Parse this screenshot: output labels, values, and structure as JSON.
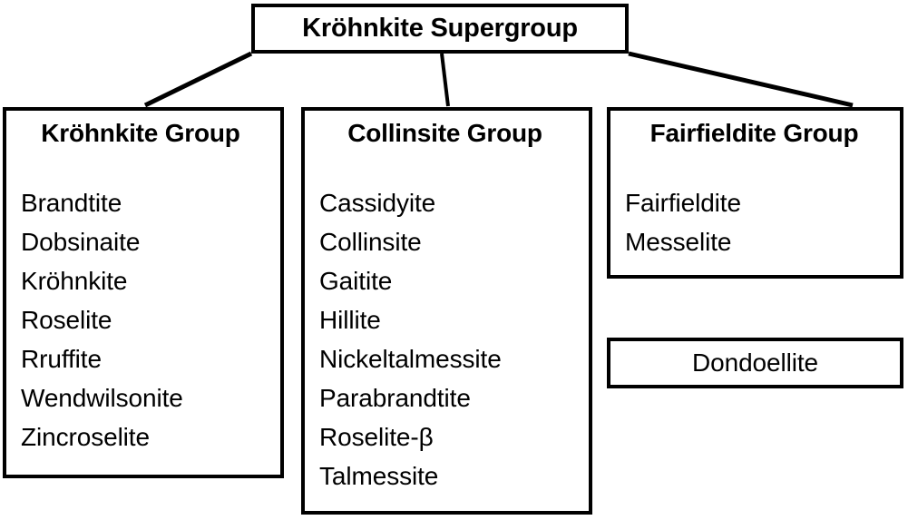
{
  "diagram": {
    "type": "hierarchy-tree",
    "root": {
      "label": "Kröhnkite Supergroup"
    },
    "groups": [
      {
        "id": "krohnkite",
        "header": "Kröhnkite Group",
        "members": [
          "Brandtite",
          "Dobsinaite",
          "Kröhnkite",
          "Roselite",
          "Rruffite",
          "Wendwilsonite",
          "Zincroselite"
        ]
      },
      {
        "id": "collinsite",
        "header": "Collinsite Group",
        "members": [
          "Cassidyite",
          "Collinsite",
          "Gaitite",
          "Hillite",
          "Nickeltalmessite",
          "Parabrandtite",
          "Roselite-β",
          "Talmessite"
        ]
      },
      {
        "id": "fairfieldite",
        "header": "Fairfieldite Group",
        "members": [
          "Fairfieldite",
          "Messelite"
        ]
      }
    ],
    "unassigned": {
      "label": "Dondoellite"
    },
    "colors": {
      "line": "#000000",
      "text": "#000000",
      "background": "#ffffff"
    }
  }
}
